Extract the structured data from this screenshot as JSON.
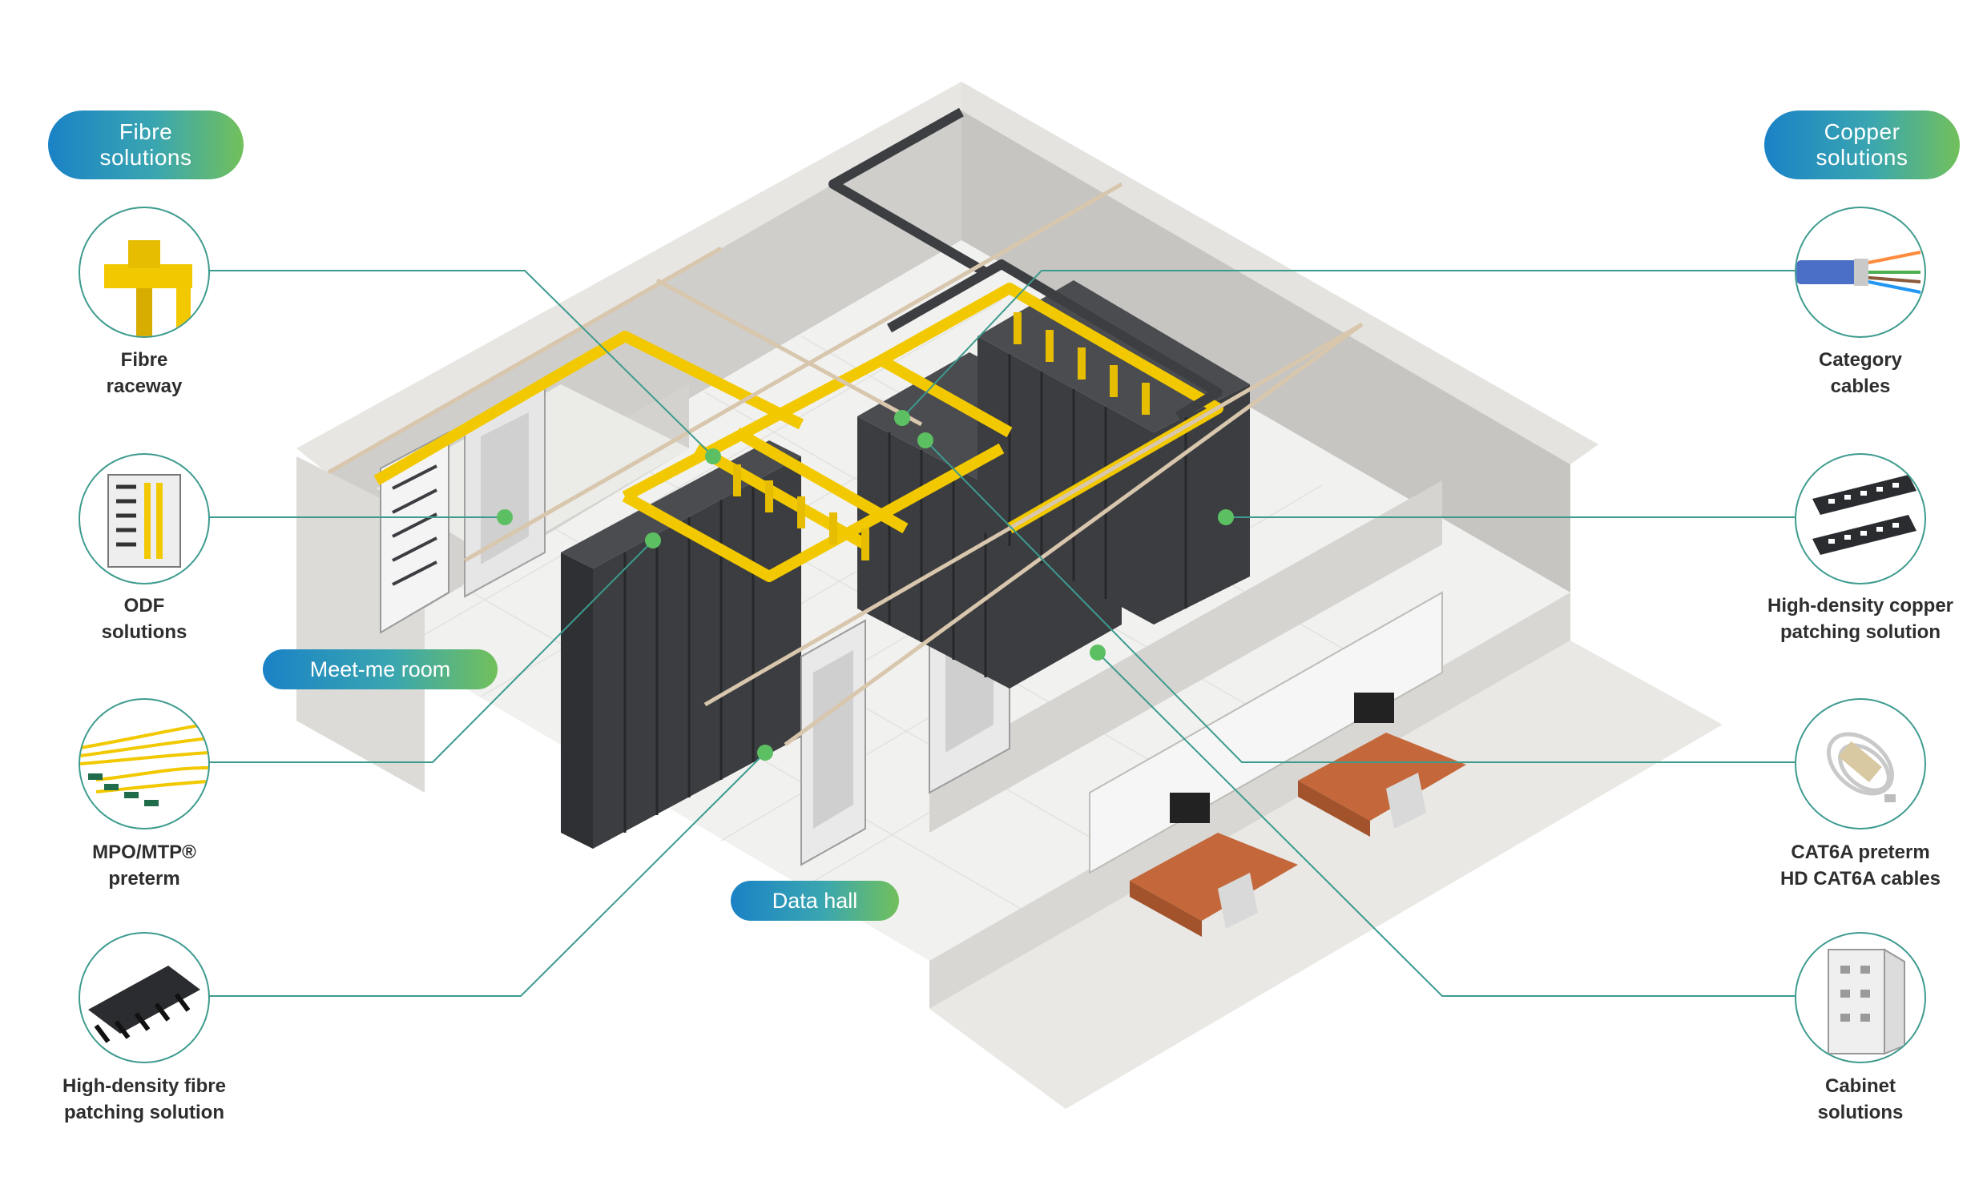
{
  "headers": {
    "fibre": "Fibre\nsolutions",
    "copper": "Copper\nsolutions"
  },
  "zones": {
    "meet_me_room": "Meet-me room",
    "data_hall": "Data hall"
  },
  "fibre_products": [
    {
      "label": "Fibre\nraceway",
      "icon": "fibre-raceway-icon"
    },
    {
      "label": "ODF\nsolutions",
      "icon": "odf-icon"
    },
    {
      "label": "MPO/MTP®\npreterm",
      "icon": "mpo-cable-icon"
    },
    {
      "label": "High-density fibre\npatching solution",
      "icon": "fibre-patch-panel-icon"
    }
  ],
  "copper_products": [
    {
      "label": "Category\ncables",
      "icon": "category-cable-icon"
    },
    {
      "label": "High-density copper\npatching solution",
      "icon": "copper-patch-panel-icon"
    },
    {
      "label": "CAT6A preterm\nHD CAT6A cables",
      "icon": "cat6a-cable-icon"
    },
    {
      "label": "Cabinet\nsolutions",
      "icon": "cabinet-icon"
    }
  ],
  "colors": {
    "gradient_start": "#1a82c6",
    "gradient_end": "#72c05b",
    "connector_line": "#3d9b8e",
    "marker_dot": "#5cc062",
    "raceway_yellow": "#f2c900",
    "cabinet_dark": "#3b3d40",
    "wall_grey": "#dad9d5",
    "floor_light": "#f1f1ef",
    "desk_wood": "#c4683b"
  }
}
